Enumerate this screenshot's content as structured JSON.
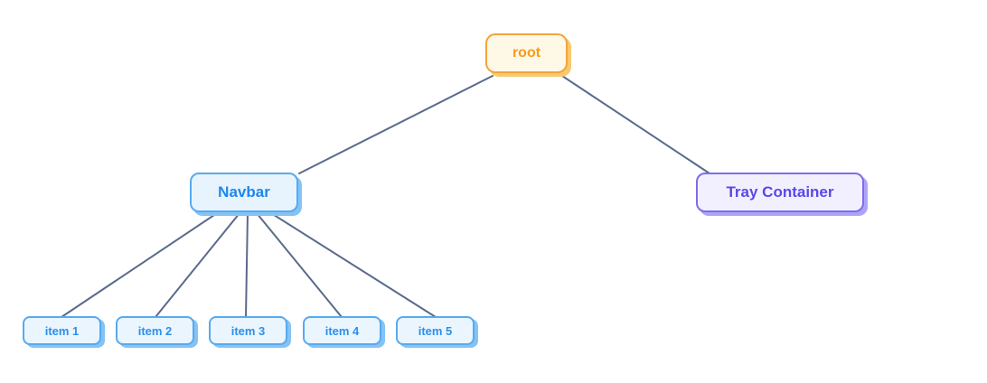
{
  "diagram": {
    "type": "tree",
    "background_color": "#ffffff",
    "edge_color": "#5a6a8c",
    "nodes": {
      "root": {
        "label": "root",
        "fill": "#fef8e6",
        "border_color": "#f1a33c",
        "text_color": "#f59b1e",
        "shadow_color": "#f8c96e"
      },
      "navbar": {
        "label": "Navbar",
        "fill": "#e8f4fd",
        "border_color": "#57aaef",
        "text_color": "#1d86ec",
        "shadow_color": "#84c3f4"
      },
      "tray_container": {
        "label": "Tray Container",
        "fill": "#f2f0fe",
        "border_color": "#7c6deb",
        "text_color": "#5948e8",
        "shadow_color": "#aea4f7"
      },
      "items": [
        {
          "label": "item 1"
        },
        {
          "label": "item 2"
        },
        {
          "label": "item 3"
        },
        {
          "label": "item 4"
        },
        {
          "label": "item 5"
        }
      ]
    },
    "edges": [
      {
        "from": "root",
        "to": "Navbar"
      },
      {
        "from": "root",
        "to": "Tray Container"
      },
      {
        "from": "Navbar",
        "to": "item 1"
      },
      {
        "from": "Navbar",
        "to": "item 2"
      },
      {
        "from": "Navbar",
        "to": "item 3"
      },
      {
        "from": "Navbar",
        "to": "item 4"
      },
      {
        "from": "Navbar",
        "to": "item 5"
      }
    ]
  }
}
